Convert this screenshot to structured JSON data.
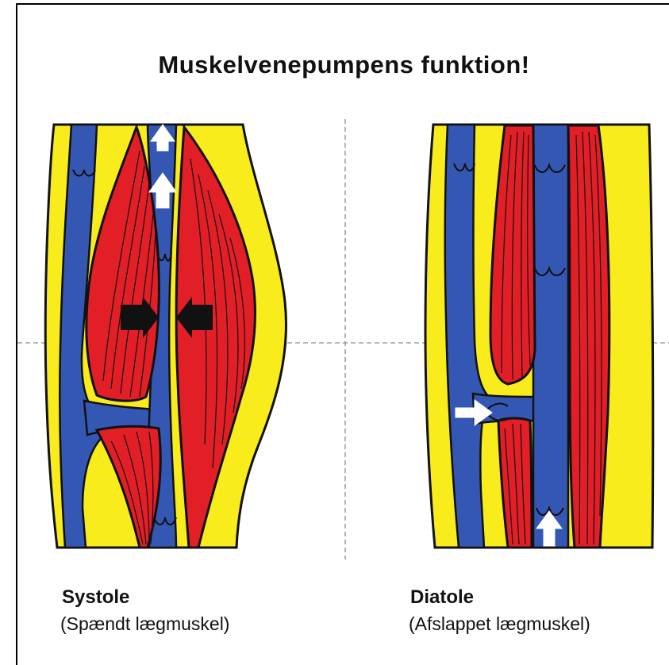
{
  "title": "Muskelvenepumpens funktion!",
  "panels": [
    {
      "heading": "Systole",
      "subheading": "(Spændt lægmuskel)"
    },
    {
      "heading": "Diatole",
      "subheading": "(Afslappet lægmuskel)"
    }
  ],
  "colors": {
    "fat": "#f8ec1c",
    "vein": "#3457b3",
    "muscle": "#e21e26",
    "outline": "#111111",
    "arrow_white": "#ffffff",
    "arrow_black": "#111111",
    "guide_line": "#8a8a8a"
  }
}
